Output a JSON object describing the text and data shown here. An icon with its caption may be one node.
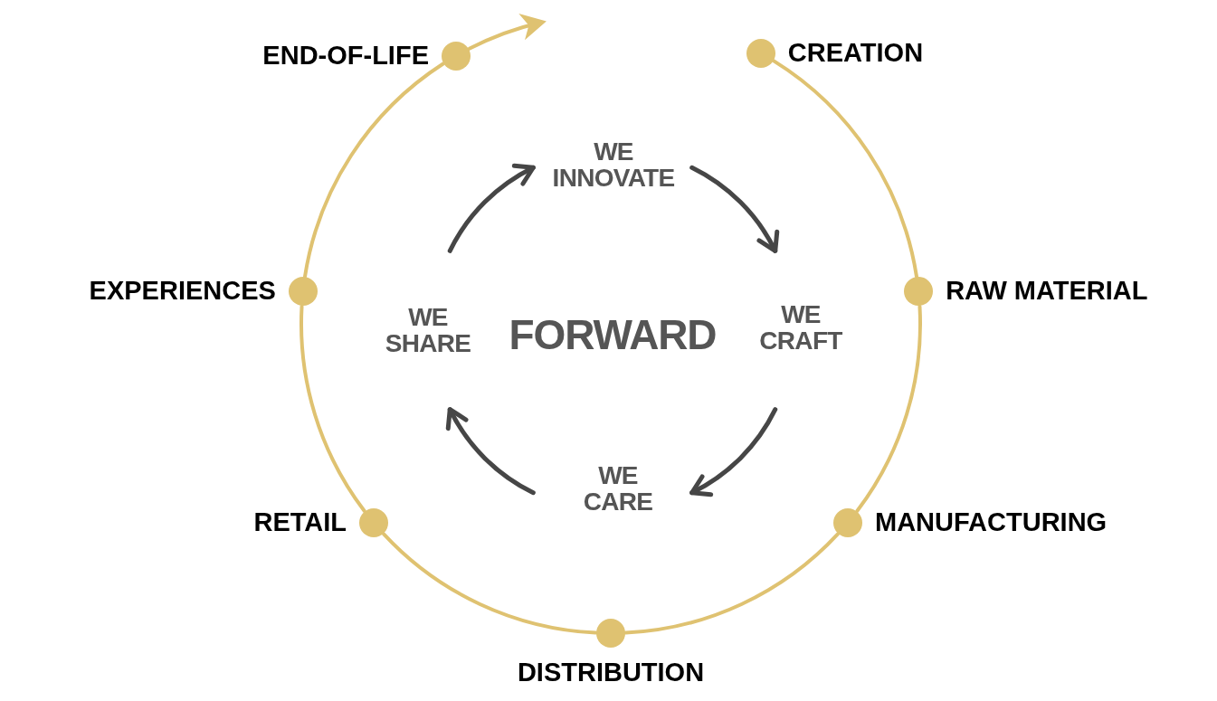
{
  "diagram": {
    "nodes": [
      {
        "text": [],
        "shape": "circle",
        "beside": [
          "END-OF-LIFE"
        ]
      },
      {
        "text": [],
        "shape": "circle",
        "beside": [
          "CREATION"
        ]
      },
      {
        "text": [
          "WE INNOVATE"
        ]
      },
      {
        "text": [],
        "shape": "circle",
        "beside": [
          "EXPERIENCES"
        ]
      },
      {
        "text": [
          "WE SHARE"
        ]
      },
      {
        "text": [
          "WE CRAFT"
        ]
      },
      {
        "text": [],
        "shape": "circle",
        "beside": [
          "RAW MATERIAL"
        ]
      },
      {
        "text": [],
        "shape": "circle",
        "beside": [
          "RETAIL"
        ]
      },
      {
        "text": [
          "WE CARE"
        ]
      },
      {
        "text": [],
        "shape": "circle",
        "beside": [
          "MANUFACTURING"
        ]
      },
      {
        "text": [],
        "shape": "circle",
        "beside": [
          "DISTRIBUTION"
        ]
      }
    ],
    "edges": [
      {
        "from": 1,
        "to": 6,
        "arrow": "none"
      },
      {
        "from": 6,
        "to": 9,
        "arrow": "none"
      },
      {
        "from": 9,
        "to": 10,
        "arrow": "none"
      },
      {
        "from": 10,
        "to": 7,
        "arrow": "none"
      },
      {
        "from": 7,
        "to": 3,
        "arrow": "none"
      },
      {
        "from": 3,
        "to": 0,
        "arrow": "none"
      },
      {
        "from": 0,
        "to": null,
        "arrow": "to"
      },
      {
        "from": 2,
        "to": 5,
        "arrow": "to",
        "color": "#464646"
      },
      {
        "from": 5,
        "to": 8,
        "arrow": "to",
        "color": "#464646"
      },
      {
        "from": 8,
        "to": 4,
        "arrow": "to",
        "color": "#464646"
      },
      {
        "from": 4,
        "to": 2,
        "arrow": "to",
        "color": "#464646"
      }
    ],
    "labels": [
      "FORWARD"
    ]
  }
}
